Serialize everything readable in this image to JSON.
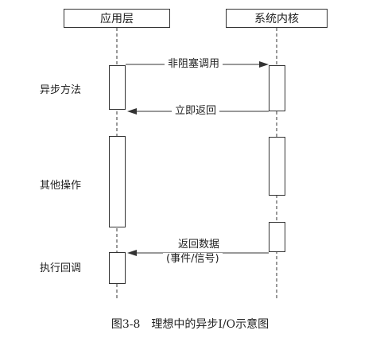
{
  "lifelines": {
    "left_title": "应用层",
    "right_title": "系统内核"
  },
  "phases": {
    "async_method": "异步方法",
    "other_ops": "其他操作",
    "callback": "执行回调"
  },
  "messages": {
    "nonblocking_call": "非阻塞调用",
    "immediate_return": "立即返回",
    "return_data_line1": "返回数据",
    "return_data_line2": "(事件/信号)"
  },
  "caption": "图3-8　理想中的异步I/O示意图",
  "colors": {
    "line": "#333333",
    "background": "#ffffff"
  }
}
